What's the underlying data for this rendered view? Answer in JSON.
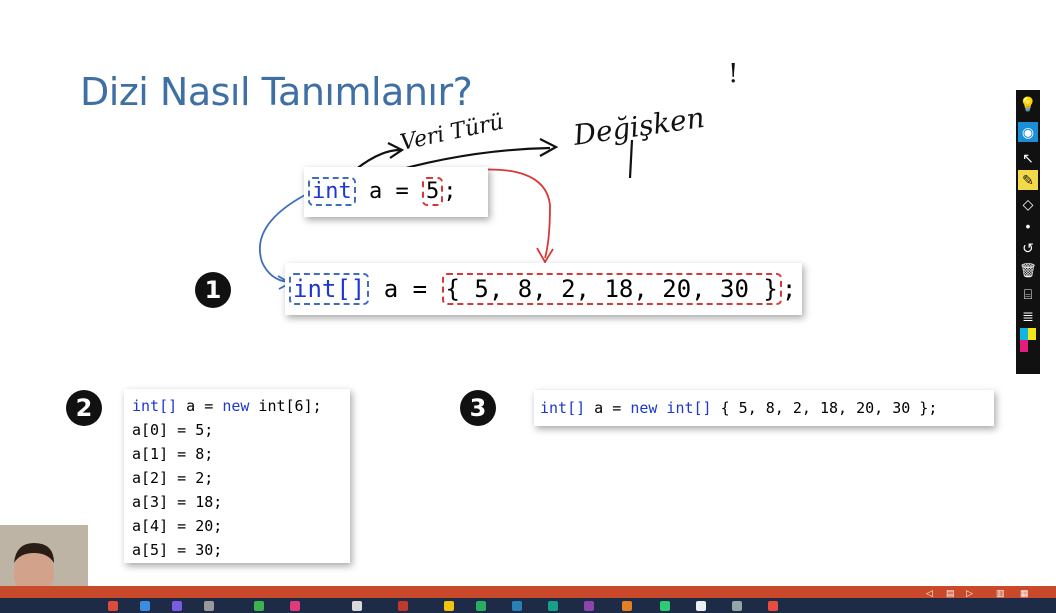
{
  "slide": {
    "title": "Dizi Nasıl Tanımlanır?",
    "annotations": {
      "veri_turu": "Veri Türü",
      "degisken": "Değişken",
      "exclaim": "!"
    },
    "example_top": {
      "type": "int",
      "name": "a",
      "eq": "=",
      "value": "5",
      "end": ";"
    },
    "step1": {
      "number": "1",
      "type": "int[]",
      "name": "a",
      "eq": "=",
      "values": "{ 5, 8, 2, 18, 20, 30 }",
      "end": ";"
    },
    "step2": {
      "number": "2",
      "line1_type": "int[]",
      "line1_mid": " a = ",
      "line1_new": "new",
      "line1_rest": " int[6];",
      "assignments": [
        "a[0] = 5;",
        "a[1] = 8;",
        "a[2] = 2;",
        "a[3] = 18;",
        "a[4] = 20;",
        "a[5] = 30;"
      ]
    },
    "step3": {
      "number": "3",
      "type": "int[]",
      "mid": " a = ",
      "new": "new",
      "type2": " int[]",
      "rest": " { 5, 8, 2, 18, 20, 30 };"
    }
  },
  "toolbar": {
    "tools": [
      "bulb-icon",
      "eye-icon",
      "pointer-icon",
      "pen-icon",
      "eraser-icon",
      "dot-icon",
      "undo-icon",
      "trash-icon",
      "camera-icon",
      "notes-icon",
      "color-palette"
    ]
  },
  "colors": {
    "title": "#3e6fa5",
    "keyword": "#1d37d3",
    "blue_dash": "#3f6fba",
    "red_dash": "#d93838",
    "taskbar": "#1e2b46",
    "taskbar_accent": "#c94a2b"
  }
}
